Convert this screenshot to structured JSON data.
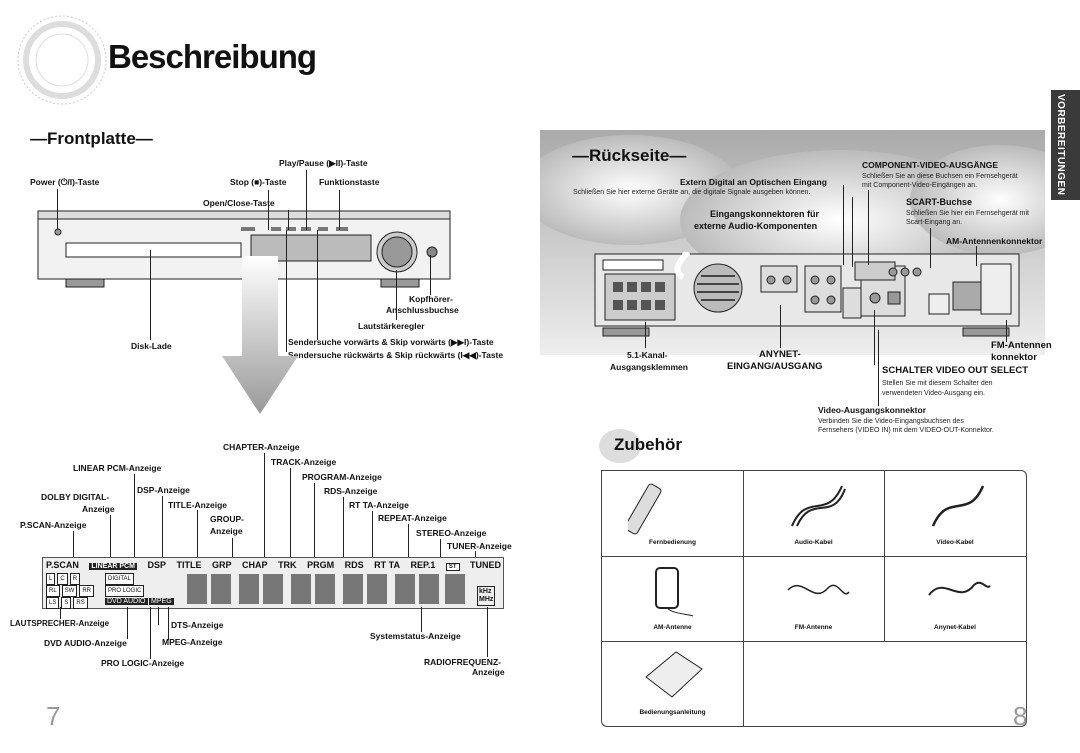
{
  "page_title": "Beschreibung",
  "tab_label": "VORBEREITUNGEN",
  "front": {
    "title": "—Frontplatte—",
    "labels": {
      "power": "Power (⏻/I)-Taste",
      "play": "Play/Pause (▶II)-Taste",
      "stop": "Stop (■)-Taste",
      "funktion": "Funktionstaste",
      "open": "Open/Close-Taste",
      "kopf1": "Kopfhörer-",
      "kopf2": "Anschlussbuchse",
      "laut": "Lautstärkeregler",
      "disk": "Disk-Lade",
      "skipf": "Sendersuche vorwärts & Skip vorwärts (▶▶I)-Taste",
      "skipb": "Sendersuche rückwärts & Skip rückwärts (I◀◀)-Taste"
    }
  },
  "display": {
    "labels": {
      "chapter": "CHAPTER-Anzeige",
      "track": "TRACK-Anzeige",
      "linear": "LINEAR PCM-Anzeige",
      "program": "PROGRAM-Anzeige",
      "dsp": "DSP-Anzeige",
      "rds": "RDS-Anzeige",
      "dolby1": "DOLBY DIGITAL-",
      "dolby2": "Anzeige",
      "title": "TITLE-Anzeige",
      "rtta": "RT TA-Anzeige",
      "repeat": "REPEAT-Anzeige",
      "group1": "GROUP-",
      "group2": "Anzeige",
      "pscan": "P.SCAN-Anzeige",
      "stereo": "STEREO-Anzeige",
      "tuner": "TUNER-Anzeige",
      "lautsp": "LAUTSPRECHER-Anzeige",
      "dts": "DTS-Anzeige",
      "dvdaudio": "DVD AUDIO-Anzeige",
      "mpeg": "MPEG-Anzeige",
      "system": "Systemstatus-Anzeige",
      "prologic": "PRO LOGIC-Anzeige",
      "radio1": "RADIOFREQUENZ-",
      "radio2": "Anzeige"
    },
    "lcd": {
      "top": [
        "P.SCAN",
        "LINEAR PCM",
        "DSP",
        "TITLE",
        "GRP",
        "CHAP",
        "TRK",
        "PRGM",
        "RDS",
        "RT TA",
        "REP.1",
        "ST",
        "TUNED"
      ],
      "speakers": [
        "L",
        "C",
        "R",
        "RL",
        "SW",
        "RR",
        "LS",
        "S",
        "RS"
      ],
      "badges": [
        "DIGITAL",
        "PRO LOGIC",
        "DVD AUDIO",
        "MPEG"
      ],
      "units": [
        "kHz",
        "MHz"
      ]
    }
  },
  "rear": {
    "title": "—Rückseite—",
    "extern_title": "Extern Digital an Optischen Eingang",
    "extern_text": "Schließen Sie hier externe Geräte an, die digitale Signale ausgeben können.",
    "eingang1": "Eingangskonnektoren für",
    "eingang2": "externe Audio-Komponenten",
    "component_title": "COMPONENT-VIDEO-AUSGÄNGE",
    "component_text1": "Schließen Sie an diese Buchsen ein Fernsehgerät",
    "component_text2": "mit Component-Video-Eingängen an.",
    "scart_title": "SCART-Buchse",
    "scart_text1": "Schließen Sie hier ein Fernsehgerät mit",
    "scart_text2": "Scart-Eingang an.",
    "am": "AM-Antennenkonnektor",
    "kanal1": "5.1-Kanal-",
    "kanal2": "Ausgangsklemmen",
    "anynet1": "ANYNET-",
    "anynet2": "EINGANG/AUSGANG",
    "fm1": "FM-Antennen",
    "fm2": "konnektor",
    "schalter_title": "SCHALTER VIDEO OUT SELECT",
    "schalter_text1": "Stellen Sie mit diesem Schalter den",
    "schalter_text2": "verwendeten Video-Ausgang ein.",
    "video_title": "Video-Ausgangskonnektor",
    "video_text1": "Verbinden Sie die Video-Eingangsbuchsen des",
    "video_text2": "Fernsehers (VIDEO IN) mit dem VIDEO-OUT-Konnektor."
  },
  "accessories": {
    "title": "Zubehör",
    "items": [
      "Fernbedienung",
      "Audio-Kabel",
      "Video-Kabel",
      "AM-Antenne",
      "FM-Antenne",
      "Anynet-Kabel",
      "Bedienungsanleitung"
    ]
  },
  "page_numbers": {
    "left": "7",
    "right": "8"
  }
}
